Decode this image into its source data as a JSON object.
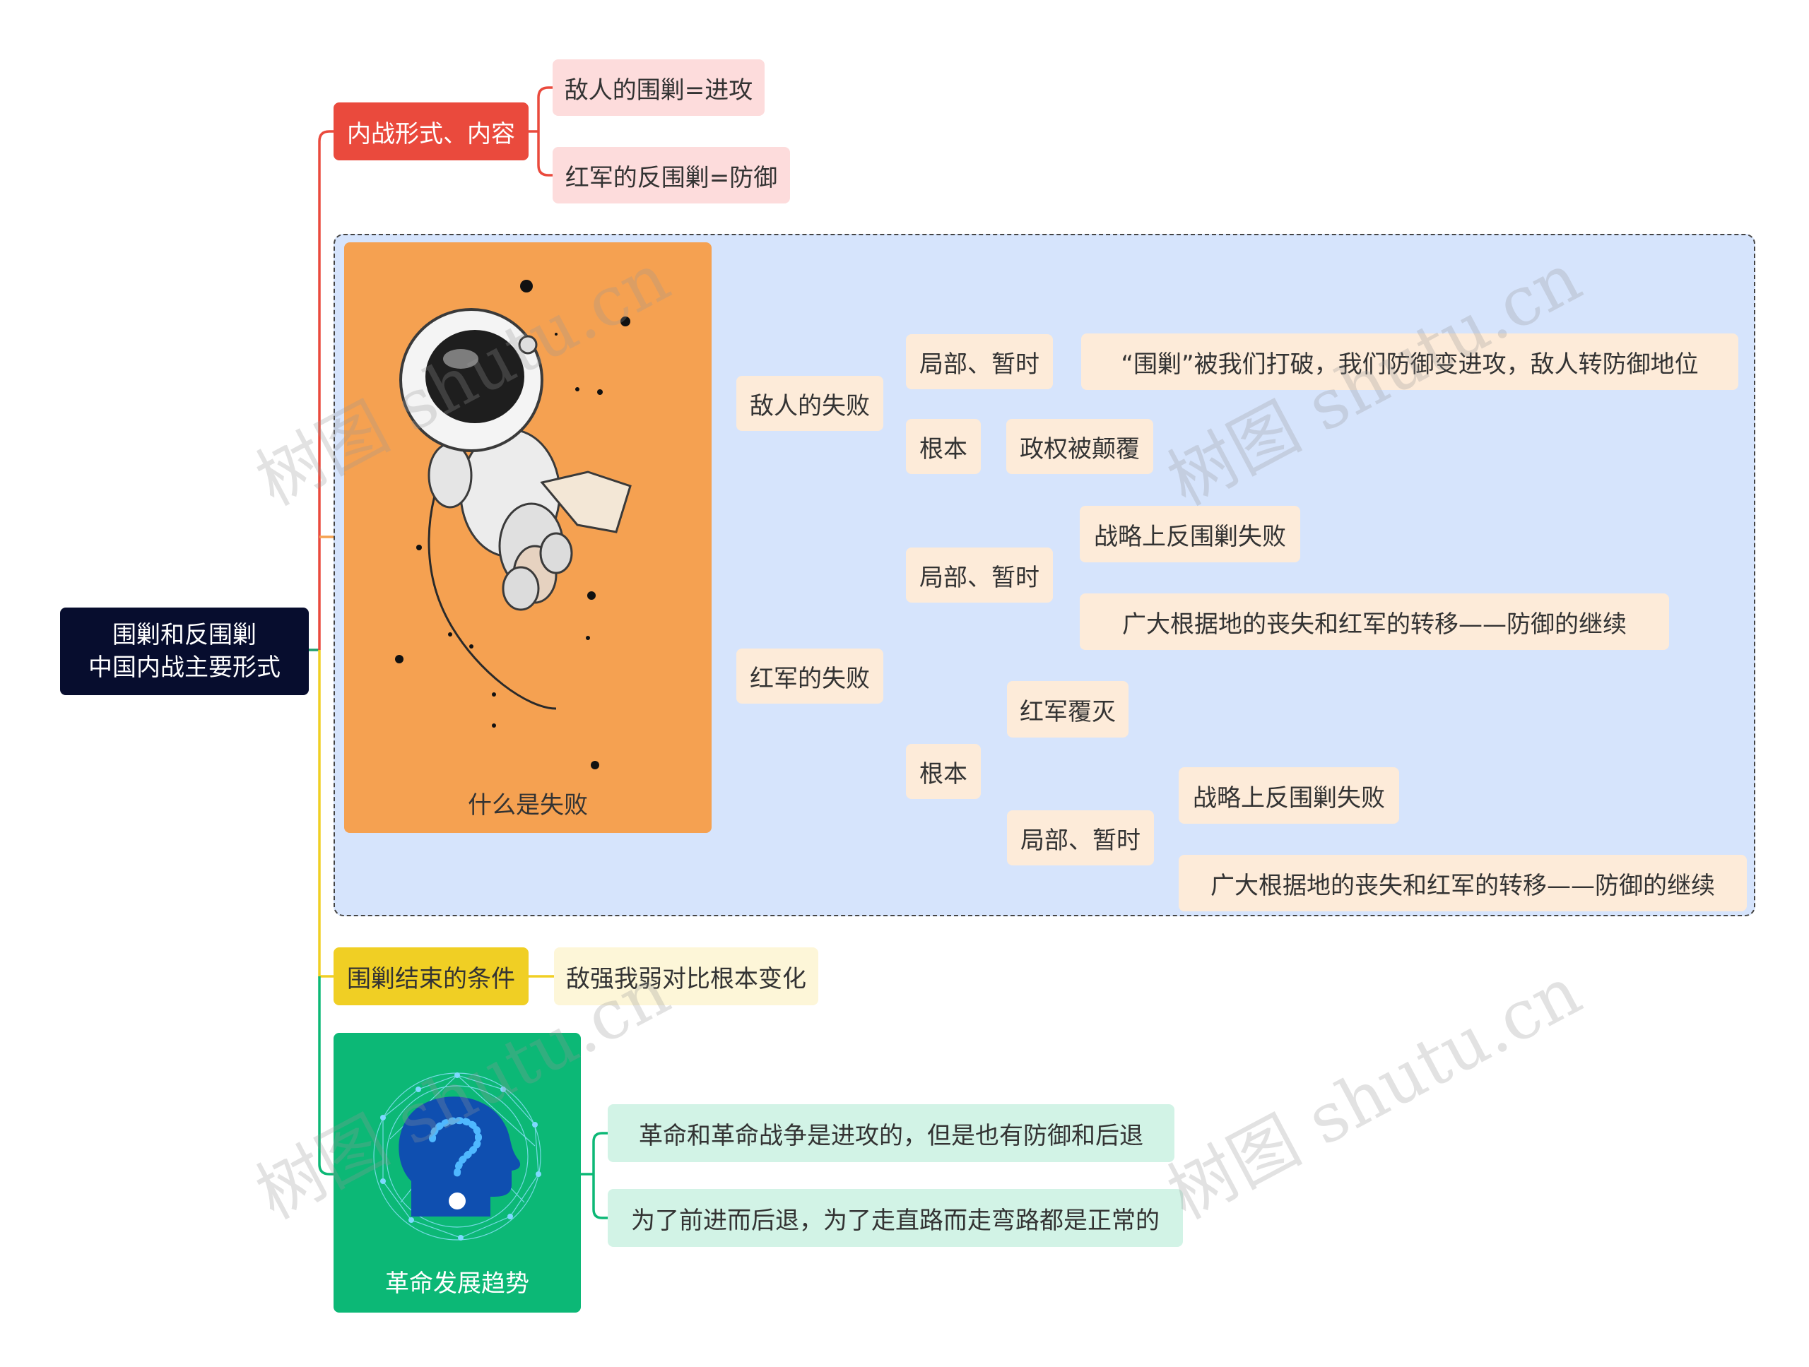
{
  "root": {
    "line1": "围剿和反围剿",
    "line2": "中国内战主要形式"
  },
  "branch1": {
    "label": "内战形式、内容",
    "children": [
      "敌人的围剿=进攻",
      "红军的反围剿=防御"
    ]
  },
  "branch2": {
    "card_label": "什么是失败",
    "enemy": {
      "label": "敌人的失败",
      "partial": {
        "label": "局部、暂时",
        "detail": "“围剿”被我们打破，我们防御变进攻，敌人转防御地位"
      },
      "fundamental": {
        "label": "根本",
        "detail": "政权被颠覆"
      }
    },
    "red": {
      "label": "红军的失败",
      "partial": {
        "label": "局部、暂时",
        "children": [
          "战略上反围剿失败",
          "广大根据地的丧失和红军的转移——防御的继续"
        ]
      },
      "fundamental": {
        "label": "根本",
        "child1": "红军覆灭",
        "partial": {
          "label": "局部、暂时",
          "children": [
            "战略上反围剿失败",
            "广大根据地的丧失和红军的转移——防御的继续"
          ]
        }
      }
    }
  },
  "branch3": {
    "label": "围剿结束的条件",
    "child": "敌强我弱对比根本变化"
  },
  "branch4": {
    "card_label": "革命发展趋势",
    "children": [
      "革命和革命战争是进攻的，但是也有防御和后退",
      "为了前进而后退，为了走直路而走弯路都是正常的"
    ]
  },
  "watermark": "树图 shutu.cn",
  "colors": {
    "red": "#ea4a3d",
    "orange": "#f5a151",
    "yellow": "#f0cf24",
    "green": "#0cb876",
    "root": "#070d2e",
    "summary_bg": "#d6e4fc",
    "peach_line": "#e9a66a"
  },
  "icons": [
    "astronaut-illustration",
    "question-head-icon"
  ]
}
